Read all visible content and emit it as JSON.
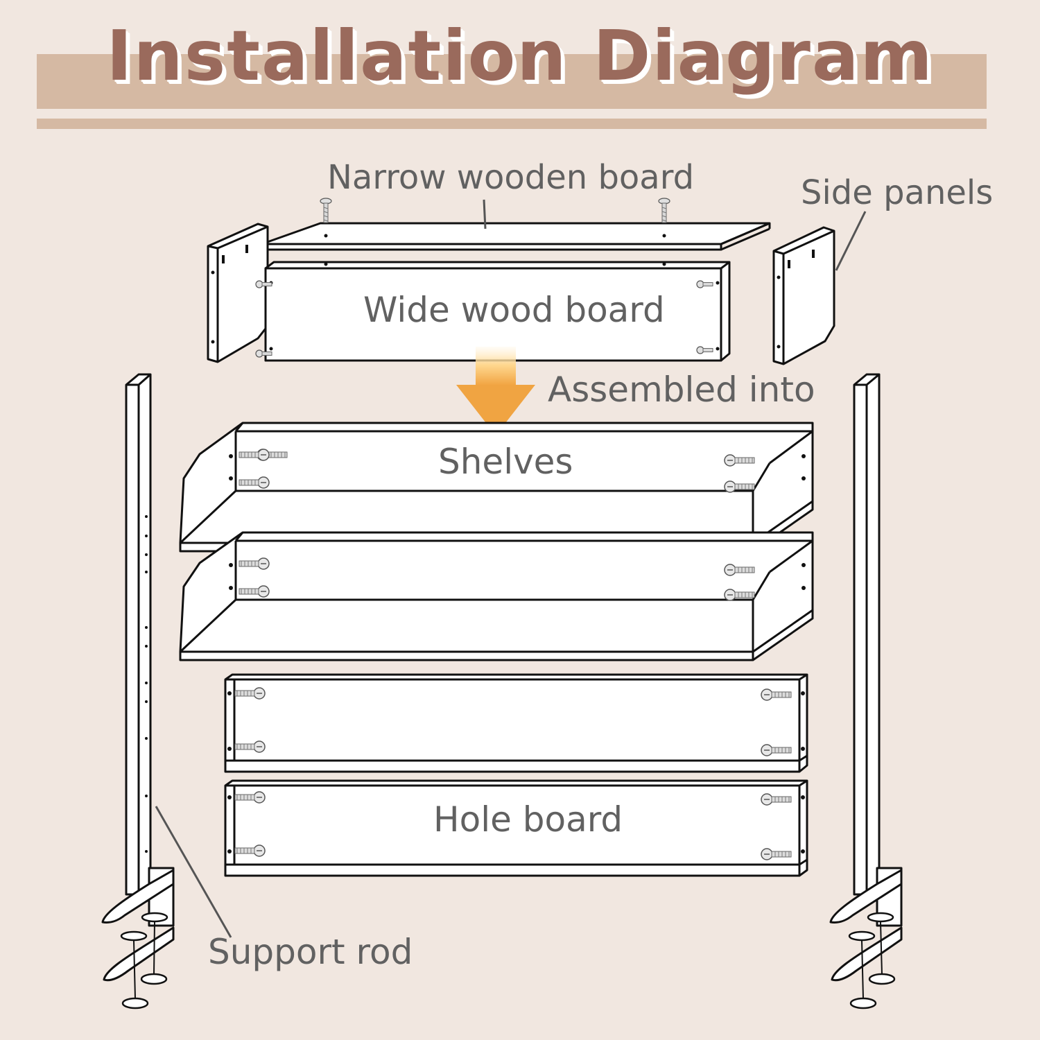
{
  "title": "Installation Diagram",
  "labels": {
    "narrow_board": "Narrow wooden board",
    "side_panels": "Side panels",
    "wide_board": "Wide wood board",
    "assembled_into": "Assembled into",
    "shelves": "Shelves",
    "hole_board": "Hole board",
    "support_rod": "Support rod"
  },
  "colors": {
    "background": "#f1e7e0",
    "band": "#d5b9a3",
    "title": "#9a6a5c",
    "label": "#616161",
    "arrow_top": "#ffe6b0",
    "arrow_bottom": "#f0a440"
  }
}
